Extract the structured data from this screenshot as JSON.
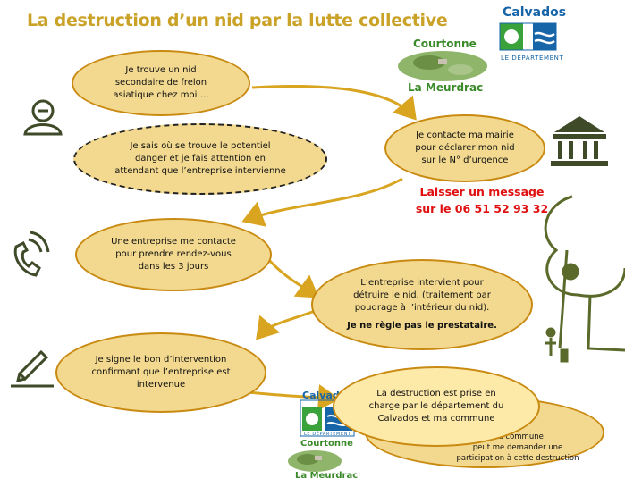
{
  "title": "La destruction d’un nid par la lutte collective",
  "logos": {
    "calvados_top": {
      "name": "Calvados",
      "sub": "LE DÉPARTEMENT"
    },
    "commune_top": {
      "line1": "Courtonne",
      "line2": "La Meurdrac"
    },
    "calvados_bottom": {
      "name": "Calvados",
      "sub": "LE DÉPARTEMENT"
    },
    "commune_bottom": {
      "line1": "Courtonne",
      "line2": "La Meurdrac"
    }
  },
  "steps": {
    "find_nest": {
      "lines": [
        "Je trouve un nid",
        "secondaire de frelon",
        "asiatique chez moi …"
      ]
    },
    "know_danger": {
      "lines": [
        "Je sais où se trouve le potentiel",
        "danger et je fais attention en",
        "attendant que l’entreprise intervienne"
      ]
    },
    "contact_mairie": {
      "lines": [
        "Je contacte ma mairie",
        "pour déclarer mon nid",
        "sur le N° d’urgence"
      ]
    },
    "company_contacts": {
      "lines": [
        "Une entreprise me contacte",
        "pour prendre rendez-vous",
        "dans les 3 jours"
      ]
    },
    "company_intervenes": {
      "lines": [
        "L’entreprise intervient pour",
        "détruire le nid. (traitement par",
        "poudrage à l’intérieur du nid)."
      ],
      "bold_line": "Je ne règle pas le prestataire."
    },
    "sign_voucher": {
      "lines": [
        "Je signe le bon d’intervention",
        "confirmant que l’entreprise est",
        "intervenue"
      ]
    },
    "department_pays": {
      "lines": [
        "La destruction est prise en",
        "charge par le département du",
        "Calvados et ma commune"
      ]
    },
    "commune_participation": {
      "lines": [
        "Ma commune",
        "peut me demander une",
        "participation à cette destruction"
      ]
    }
  },
  "message": {
    "line1": "Laisser un message",
    "line2": "sur le 06 51 52 93 32"
  },
  "colors": {
    "bubble_fill": "#f2d98f",
    "bubble_border": "#c98a12",
    "arrow": "#d9a520",
    "title": "#c9a227",
    "message": "#e01010",
    "icon": "#3f4a28"
  }
}
